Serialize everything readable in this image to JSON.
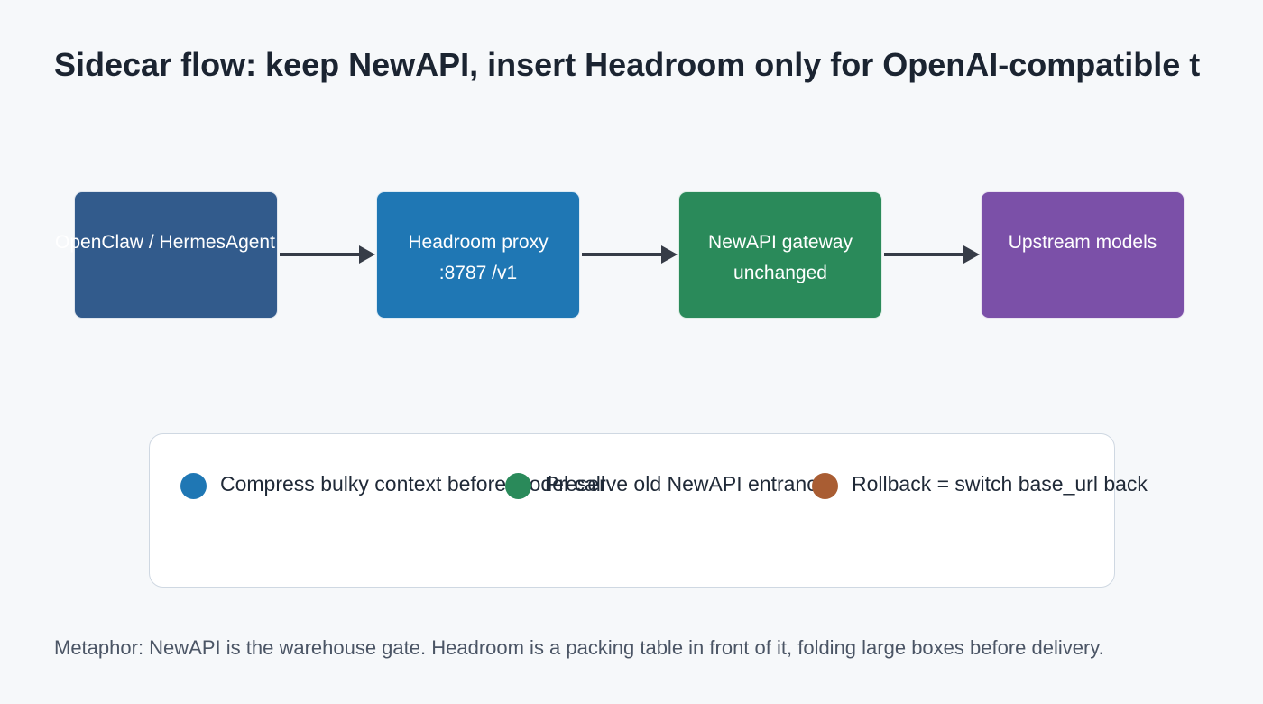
{
  "title": "Sidecar flow: keep NewAPI, insert Headroom only for OpenAI-compatible t",
  "nodes": [
    {
      "line1": "OpenClaw / HermesAgent",
      "line2": "",
      "color": "#325b8c"
    },
    {
      "line1": "Headroom proxy",
      "line2": ":8787 /v1",
      "color": "#1f77b4"
    },
    {
      "line1": "NewAPI gateway",
      "line2": "unchanged",
      "color": "#2a8a5a"
    },
    {
      "line1": "Upstream models",
      "line2": "",
      "color": "#7b50a8"
    }
  ],
  "arrow_color": "#363c47",
  "legend": {
    "items": [
      {
        "label": "Compress bulky context before model call",
        "color": "#1f77b4"
      },
      {
        "label": "Preserve old NewAPI entrance",
        "color": "#2a8a5a"
      },
      {
        "label": "Rollback = switch base_url back",
        "color": "#a95d33"
      }
    ]
  },
  "footer": "Metaphor: NewAPI is the warehouse gate. Headroom is a packing table in front of it, folding large boxes before delivery."
}
